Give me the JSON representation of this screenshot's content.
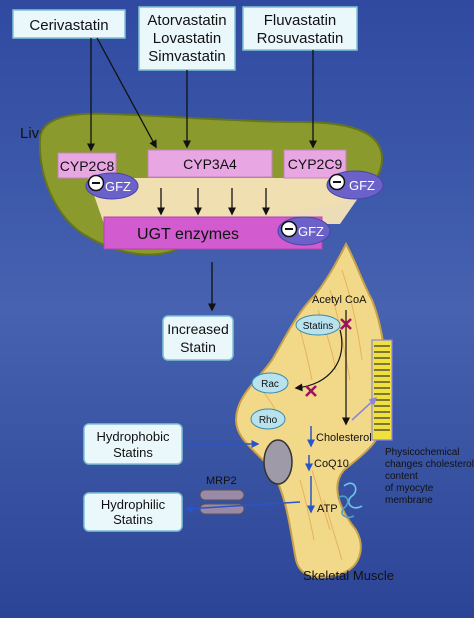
{
  "drugs": {
    "cerivastatin": "Cerivastatin",
    "group2": [
      "Atorvastatin",
      "Lovastatin",
      "Simvastatin"
    ],
    "group3": [
      "Fluvastatin",
      "Rosuvastatin"
    ]
  },
  "liver": {
    "label": "Liver",
    "enzymes": [
      "CYP2C8",
      "CYP3A4",
      "CYP2C9"
    ],
    "inhibitor": "GFZ",
    "ugt": "UGT enzymes"
  },
  "increased_statin": [
    "Increased",
    "Statin"
  ],
  "muscle": {
    "label": "Skeletal Muscle",
    "acetyl_coa": "Acetyl CoA",
    "statins": "Statins",
    "rac": "Rac",
    "rho": "Rho",
    "cholesterol": "Cholesterol",
    "coq10": "CoQ10",
    "atp": "ATP",
    "mrp2": "MRP2",
    "physicochemical": [
      "Physicochemical",
      "changes cholesterol",
      "content",
      "of myocyte",
      "membrane"
    ]
  },
  "hydrophobic": [
    "Hydrophobic",
    "Statins"
  ],
  "hydrophilic": [
    "Hydrophilic",
    "Statins"
  ],
  "colors": {
    "background": "#3a54a0",
    "liver": "#8a9a2c",
    "liver_dark": "#66741c",
    "enzyme": "#e8a6e2",
    "ugt": "#d25bd0",
    "inhibitor": "#6a62c8",
    "muscle": "#f2d98a",
    "muscle_outline": "#c8a24a",
    "box": "#eaf8fb",
    "box_border": "#7fc3d4",
    "bubble": "#b8e3ee",
    "arrow": "#2a55c8",
    "cross": "#a01060"
  }
}
